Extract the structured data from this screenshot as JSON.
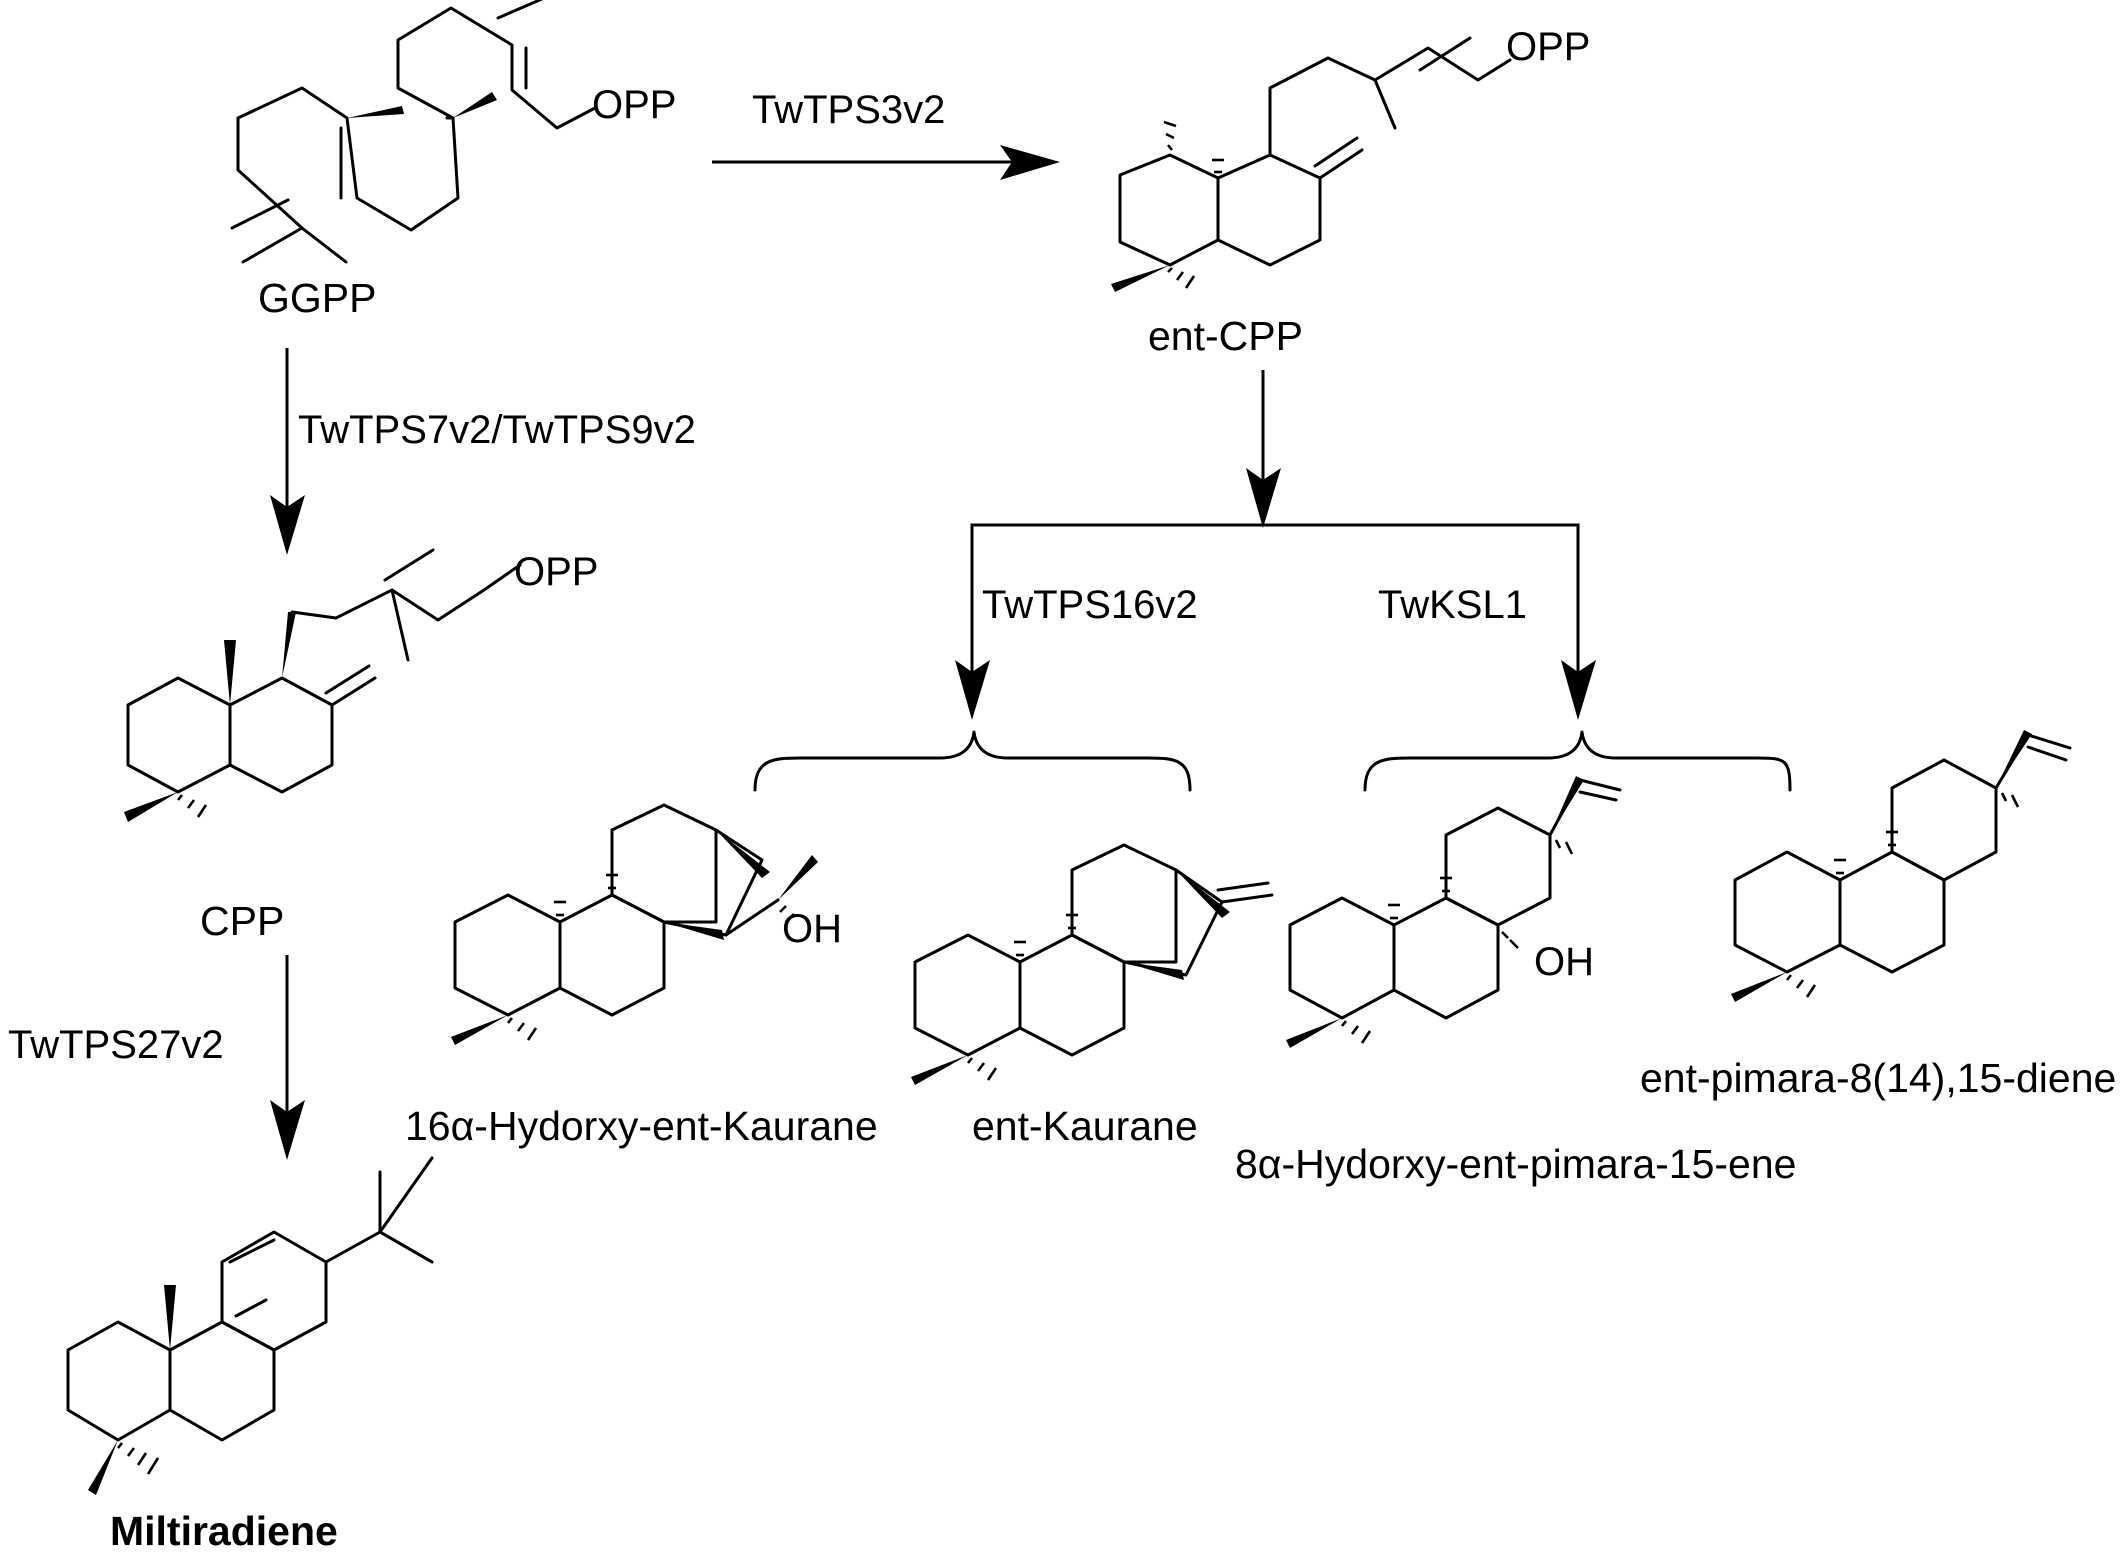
{
  "compounds": {
    "ggpp": "GGPP",
    "ent_cpp": "ent-CPP",
    "cpp": "CPP",
    "miltiradiene": "Miltiradiene",
    "hydroxy_ent_kaurane": "16α-Hydorxy-ent-Kaurane",
    "ent_kaurane": "ent-Kaurane",
    "hydroxy_ent_pimara": "8α-Hydorxy-ent-pimara-15-ene",
    "ent_pimaradiene": "ent-pimara-8(14),15-diene"
  },
  "enzymes": {
    "twtps3v2": "TwTPS3v2",
    "twtps7v2_9v2": "TwTPS7v2/TwTPS9v2",
    "twtps27v2": "TwTPS27v2",
    "twtps16v2": "TwTPS16v2",
    "twksl1": "TwKSL1"
  },
  "atoms": {
    "opp": "OPP",
    "oh": "OH"
  }
}
